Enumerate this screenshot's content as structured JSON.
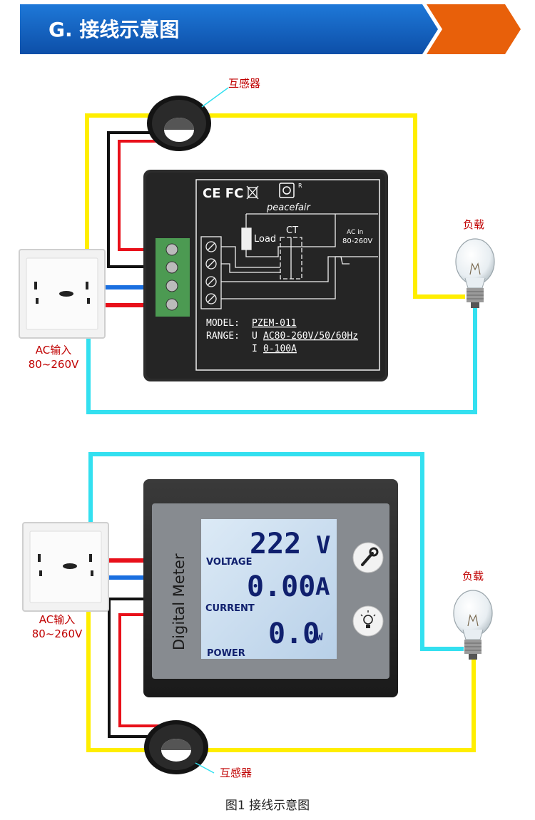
{
  "header": {
    "title": "G. 接线示意图"
  },
  "top_diagram": {
    "ct_label": "互感器",
    "load_label": "负载",
    "ac_input_label": "AC输入",
    "ac_input_range": "80~260V",
    "meter_back": {
      "certifications": "CE FC",
      "brand": "peacefair",
      "brand_mark": "R",
      "load_text": "Load",
      "ct_text": "CT",
      "ac_in_text": "AC in",
      "ac_in_range": "80-260V",
      "model_label": "MODEL:",
      "model_value": "PZEM-011",
      "range_label": "RANGE:",
      "range_u_prefix": "U",
      "range_u_value": "AC80-260V/50/60Hz",
      "range_i_prefix": "I",
      "range_i_value": "0-100A"
    }
  },
  "bottom_diagram": {
    "ct_label": "互感器",
    "load_label": "负载",
    "ac_input_label": "AC输入",
    "ac_input_range": "80~260V",
    "meter_front": {
      "side_title": "Digital Meter",
      "voltage_value": "222",
      "voltage_unit": "V",
      "voltage_label": "VOLTAGE",
      "current_value": "0.00",
      "current_unit": "A",
      "current_label": "CURRENT",
      "power_value": "0.0",
      "power_unit": "W",
      "power_label": "POWER"
    }
  },
  "caption": "图1 接线示意图",
  "colors": {
    "header_blue": "#1565c0",
    "header_orange": "#e8600a",
    "wire_yellow": "#ffee00",
    "wire_cyan": "#33e0f0",
    "wire_red": "#e8101a",
    "wire_blue": "#1a6fe0",
    "wire_black": "#111111",
    "lcd_blue": "#10206e"
  }
}
